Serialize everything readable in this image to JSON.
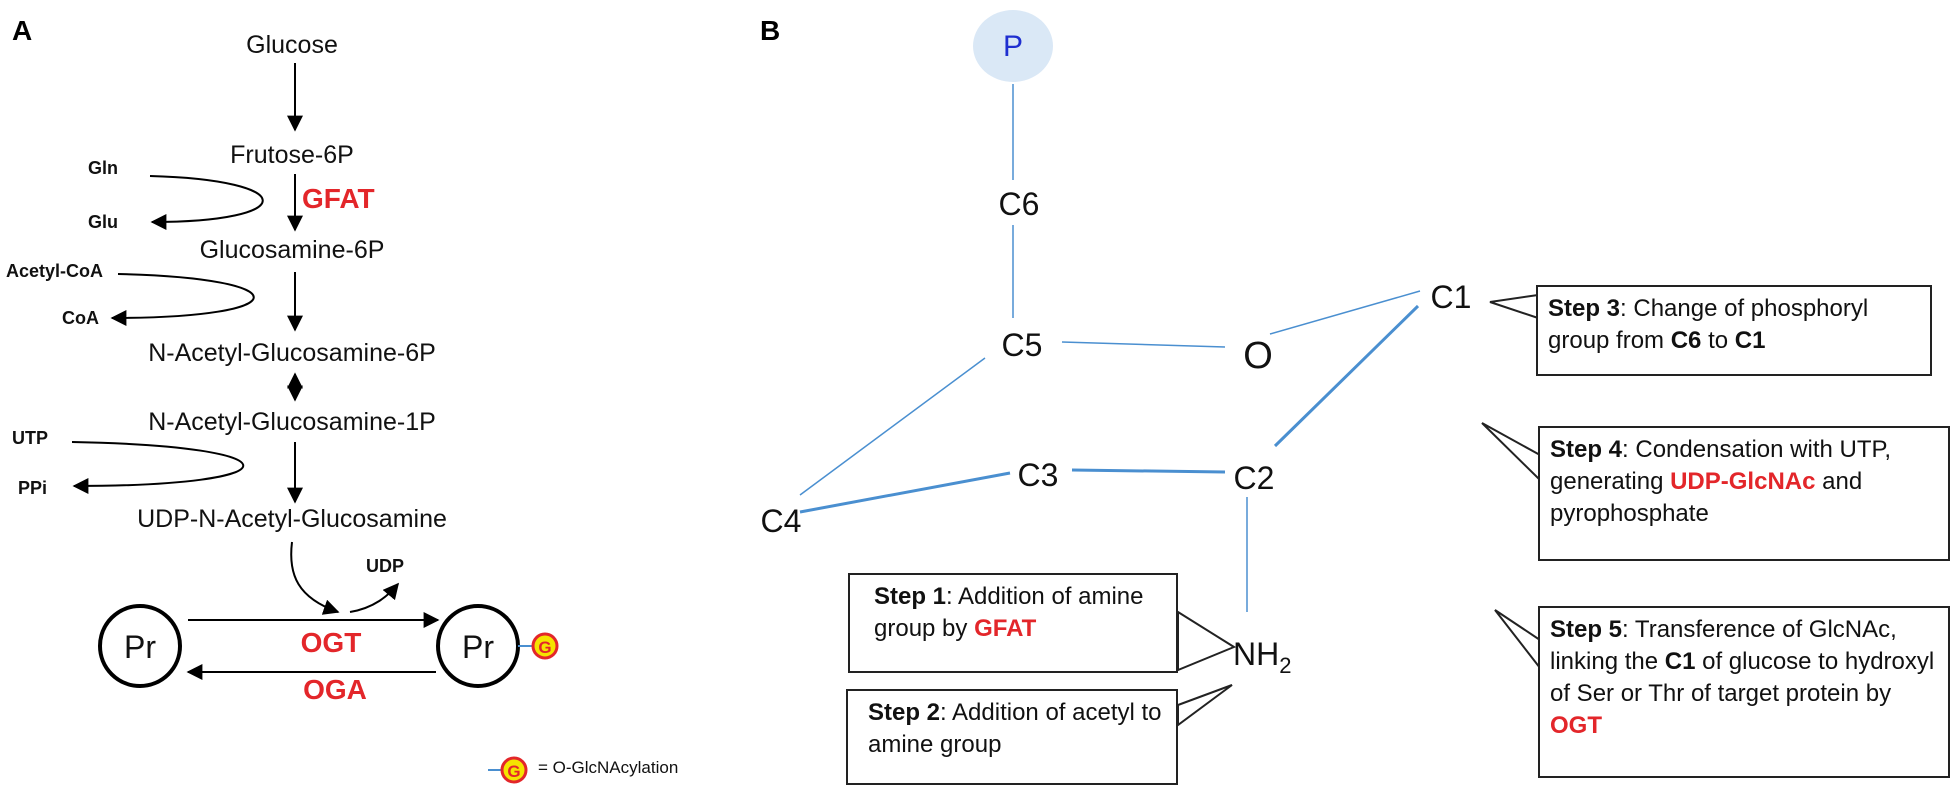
{
  "panels": {
    "a": "A",
    "b": "B"
  },
  "pathway": {
    "metabolites": [
      "Glucose",
      "Frutose-6P",
      "Glucosamine-6P",
      "N-Acetyl-Glucosamine-6P",
      "N-Acetyl-Glucosamine-1P",
      "UDP-N-Acetyl-Glucosamine"
    ],
    "side_inputs": [
      "Gln",
      "Acetyl-CoA",
      "UTP"
    ],
    "side_outputs": [
      "Glu",
      "CoA",
      "PPi"
    ],
    "enzyme_gfat": "GFAT",
    "udp": "UDP",
    "protein": "Pr",
    "enzyme_ogt": "OGT",
    "enzyme_oga": "OGA",
    "glyco_symbol": "G",
    "legend_text": "= O-GlcNAcylation"
  },
  "molecule": {
    "phosphate": "P",
    "atoms": {
      "c6": "C6",
      "c5": "C5",
      "o": "O",
      "c1": "C1",
      "c2": "C2",
      "c3": "C3",
      "c4": "C4",
      "nh": "NH",
      "sub2": "2"
    }
  },
  "steps": {
    "step1": {
      "label": "Step 1",
      "pre": ": Addition of amine group by ",
      "red": "GFAT"
    },
    "step2": {
      "label": "Step 2",
      "pre": ": Addition of acetyl to amine group"
    },
    "step3": {
      "label": "Step 3",
      "pre": ": Change of phosphoryl group from ",
      "b1": "C6",
      "mid": " to ",
      "b2": "C1"
    },
    "step4": {
      "label": "Step 4",
      "pre": ": Condensation with UTP, generating ",
      "red": "UDP-GlcNAc",
      "post": " and pyrophosphate"
    },
    "step5": {
      "label": "Step 5",
      "pre": ": Transference of GlcNAc, linking the ",
      "b1": "C1",
      "mid": " of glucose to hydroxyl of Ser or Thr of target protein by ",
      "red": "OGT"
    }
  },
  "colors": {
    "enzyme_red": "#e3262a",
    "bond_blue": "#4a8fd0",
    "phosphate_fill": "#dae8f6",
    "phosphate_text": "#1f2fd0",
    "glyco_yellow": "#f5e300"
  }
}
